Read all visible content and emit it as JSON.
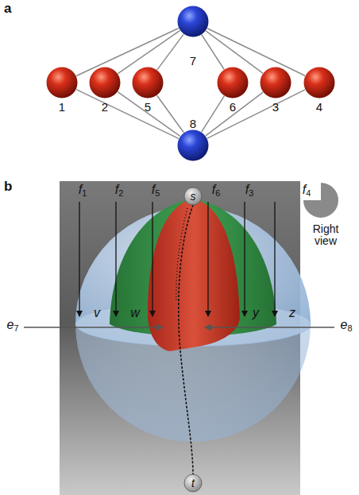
{
  "diagram": {
    "nodes": [
      {
        "text": [
          "7"
        ]
      },
      {
        "text": [
          "1"
        ]
      },
      {
        "text": [
          "2"
        ]
      },
      {
        "text": [
          "5"
        ]
      },
      {
        "text": [
          "6"
        ]
      },
      {
        "text": [
          "3"
        ]
      },
      {
        "text": [
          "4"
        ]
      },
      {
        "text": [
          "8"
        ]
      }
    ],
    "edges": [
      {
        "from": 0,
        "to": 1,
        "arrow": "none"
      },
      {
        "from": 0,
        "to": 2,
        "arrow": "none"
      },
      {
        "from": 0,
        "to": 3,
        "arrow": "none"
      },
      {
        "from": 0,
        "to": 4,
        "arrow": "none"
      },
      {
        "from": 0,
        "to": 5,
        "arrow": "none"
      },
      {
        "from": 0,
        "to": 6,
        "arrow": "none"
      },
      {
        "from": 1,
        "to": 7,
        "arrow": "none"
      },
      {
        "from": 2,
        "to": 7,
        "arrow": "none"
      },
      {
        "from": 3,
        "to": 7,
        "arrow": "none"
      },
      {
        "from": 4,
        "to": 7,
        "arrow": "none"
      },
      {
        "from": 5,
        "to": 7,
        "arrow": "none"
      },
      {
        "from": 6,
        "to": 7,
        "arrow": "none"
      }
    ],
    "labels": [
      "a",
      "b",
      "f1",
      "f2",
      "f5",
      "f6",
      "f3",
      "f4",
      "Right view",
      "e7",
      "e8",
      "v",
      "w",
      "y",
      "z",
      "s",
      "t"
    ]
  }
}
